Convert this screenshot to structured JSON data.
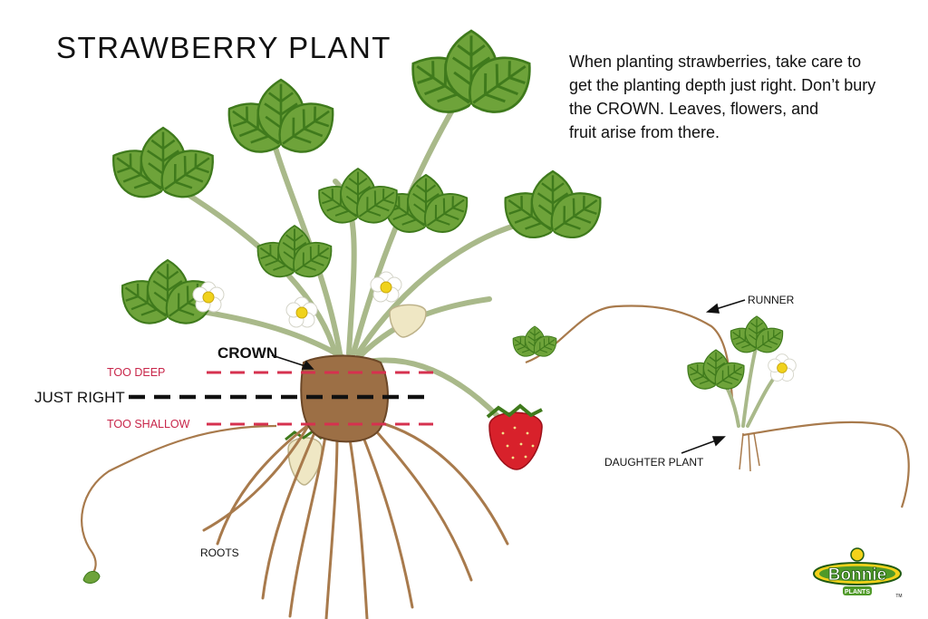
{
  "title": "STRAWBERRY  PLANT",
  "intro_lines": [
    "When planting strawberries, take care to",
    "get the planting depth just right. Don’t bury",
    "the CROWN. Leaves, flowers, and",
    "fruit arise from there."
  ],
  "labels": {
    "crown": "CROWN",
    "too_deep": "TOO DEEP",
    "just_right": "JUST RIGHT",
    "too_shallow": "TOO SHALLOW",
    "roots": "ROOTS",
    "runner": "RUNNER",
    "daughter_plant": "DAUGHTER PLANT"
  },
  "logo": {
    "name": "Bonnie",
    "sub": "PLANTS",
    "tm": "TM"
  },
  "colors": {
    "leaf": "#6ea33a",
    "leaf_dark": "#3f7a1c",
    "stem": "#a9b98a",
    "root": "#a87a4c",
    "crown": "#9c6f45",
    "depth_line_bad": "#d6314f",
    "depth_line_good": "#111111",
    "berry_red": "#d8212b",
    "logo_green": "#4f9a28",
    "logo_yellow": "#f3d21a"
  }
}
